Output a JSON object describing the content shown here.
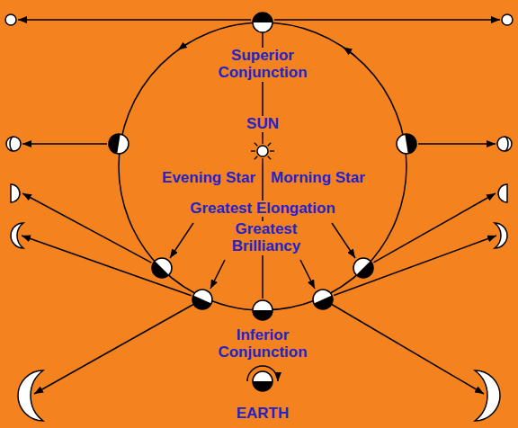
{
  "diagram": {
    "labels": [
      "Superior Conjunction",
      "SUN",
      "Evening Star",
      "Morning Star",
      "Greatest Elongation",
      "Greatest Brilliancy",
      "Inferior Conjunction",
      "EARTH"
    ]
  }
}
